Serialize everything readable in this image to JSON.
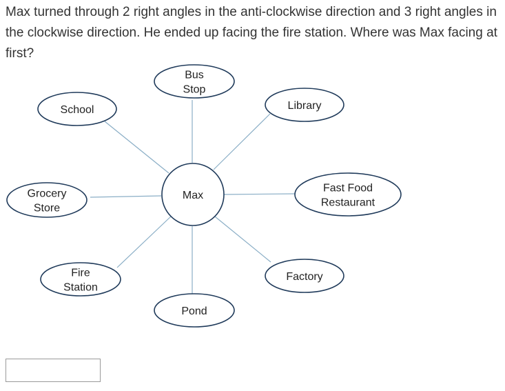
{
  "question": "Max turned through 2 right angles in the anti-clockwise direction and 3 right angles in the clockwise direction. He ended up facing the fire station. Where was Max facing at first?",
  "center": {
    "label": "Max"
  },
  "nodes": [
    {
      "id": "bus-stop",
      "lines": [
        "Bus",
        "Stop"
      ]
    },
    {
      "id": "library",
      "lines": [
        "Library"
      ]
    },
    {
      "id": "fast-food-restaurant",
      "lines": [
        "Fast Food",
        "Restaurant"
      ]
    },
    {
      "id": "factory",
      "lines": [
        "Factory"
      ]
    },
    {
      "id": "pond",
      "lines": [
        "Pond"
      ]
    },
    {
      "id": "fire-station",
      "lines": [
        "Fire",
        "Station"
      ]
    },
    {
      "id": "grocery-store",
      "lines": [
        "Grocery",
        "Store"
      ]
    },
    {
      "id": "school",
      "lines": [
        "School"
      ]
    }
  ],
  "answer": {
    "value": "",
    "placeholder": ""
  },
  "colors": {
    "stroke": "#1f3a5a",
    "line": "#8aaec6",
    "text": "#333333"
  }
}
